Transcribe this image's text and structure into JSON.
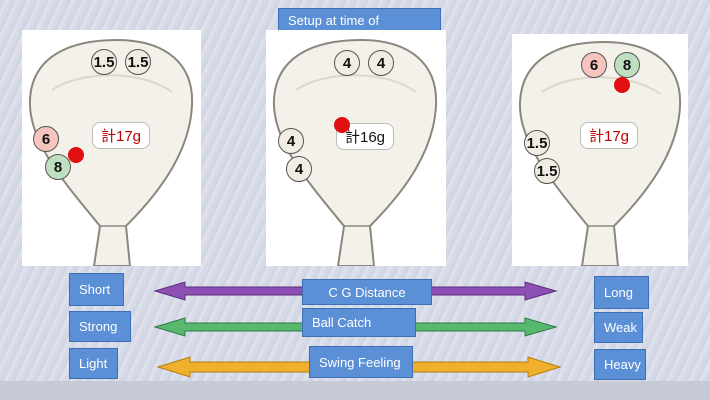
{
  "top_label": "Setup at time of",
  "panels": [
    {
      "name": "left",
      "total": "計17g",
      "weights": [
        "1.5",
        "1.5",
        "6",
        "8"
      ]
    },
    {
      "name": "center",
      "total": "計16g",
      "weights": [
        "4",
        "4",
        "4",
        "4"
      ]
    },
    {
      "name": "right",
      "total": "計17g",
      "weights": [
        "6",
        "8",
        "1.5",
        "1.5"
      ]
    }
  ],
  "rows": [
    {
      "left": "Short",
      "center": "C G Distance",
      "right": "Long",
      "arrow_color": "#8e4fb5"
    },
    {
      "left": "Strong",
      "center": "Ball Catch",
      "right": "Weak",
      "arrow_color": "#57b86e"
    },
    {
      "left": "Light",
      "center": "Swing Feeling",
      "right": "Heavy",
      "arrow_color": "#f0b02c"
    }
  ],
  "colors": {
    "label_box": "#5b8fd6",
    "weight_red": "#f5c4bc",
    "weight_green": "#bfe0c0",
    "cg_dot": "#e01010",
    "total_text": "#c00000"
  }
}
